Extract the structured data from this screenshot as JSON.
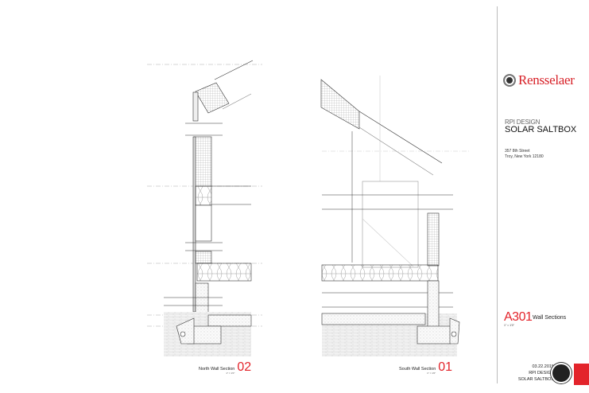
{
  "title_block": {
    "logo_text": "Rensselaer",
    "kicker": "RPI DESIGN",
    "project": "SOLAR SALTBOX",
    "address_line1": "357 8th Street",
    "address_line2": "Troy, New York 12180",
    "sheet_number": "A301",
    "sheet_name": "Wall Sections",
    "sheet_scale": "1\" = 1'0\"",
    "date": "03.22.2015",
    "footer_org": "RPI DESIGN",
    "footer_project": "SOLAR SALTBOX",
    "accent_color": "#e3242b"
  },
  "views": [
    {
      "name": "North Wall Section",
      "number": "02",
      "scale": "1\" = 1'0\""
    },
    {
      "name": "South Wall Section",
      "number": "01",
      "scale": "1\" = 1'0\""
    }
  ]
}
